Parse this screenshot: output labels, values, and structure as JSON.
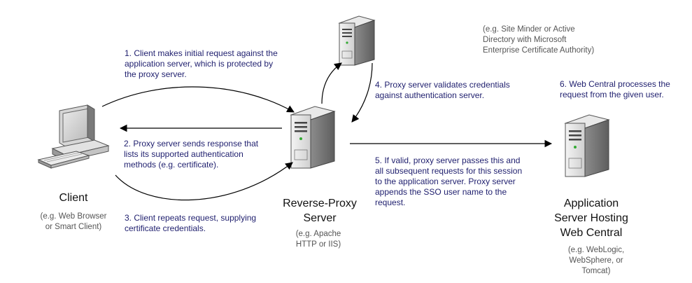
{
  "nodes": {
    "client": {
      "title": "Client",
      "note": "(e.g. Web Browser\nor Smart Client)"
    },
    "proxy": {
      "title": "Reverse-Proxy\nServer",
      "note": "(e.g. Apache\nHTTP or IIS)"
    },
    "auth": {
      "note": "(e.g. Site Minder or Active\nDirectory with Microsoft\nEnterprise Certificate Authority)"
    },
    "app": {
      "title": "Application\nServer Hosting\nWeb Central",
      "note": "(e.g. WebLogic,\nWebSphere, or\nTomcat)"
    }
  },
  "steps": [
    {
      "text": "1. Client makes initial request against the\napplication server, which is protected by\nthe proxy server."
    },
    {
      "text": "2. Proxy server sends response that\nlists its supported authentication\nmethods (e.g. certificate)."
    },
    {
      "text": "3. Client repeats request, supplying\ncertificate credentials."
    },
    {
      "text": "4. Proxy server validates credentials\nagainst authentication server."
    },
    {
      "text": "5. If valid, proxy server passes this and\nall subsequent requests for this session\nto the application server.  Proxy server\nappends the SSO user name to the\nrequest."
    },
    {
      "text": "6. Web Central processes the\nrequest from the given user."
    }
  ],
  "colors": {
    "step_text": "#1f1f6e",
    "note_text": "#555555",
    "arrow": "#000000"
  }
}
